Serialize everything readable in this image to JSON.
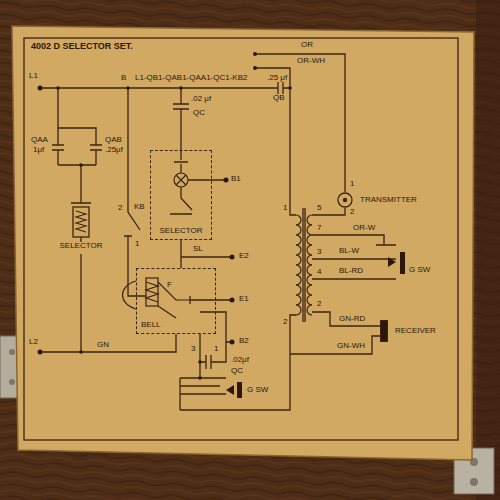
{
  "diagram": {
    "title": "4002 D SELECTOR SET.",
    "nodes": [
      {
        "text": [
          "SELECTOR"
        ]
      },
      {
        "text": [
          "BELL"
        ]
      },
      {
        "text": [
          "TRANSMITTER"
        ]
      },
      {
        "text": [
          "RECEIVER"
        ]
      },
      {
        "text": [
          "SELECTOR"
        ]
      }
    ],
    "edges": [
      {
        "from": 0,
        "to": 1,
        "arrow": "none"
      }
    ],
    "labels": [
      "L1",
      "B",
      "L1-QB1-QAB1-QAA1-QC1-KB2",
      "OR",
      "OR-WH",
      ".25 μf",
      "QB",
      ".02 μf",
      "QC",
      "QAA",
      "1μf",
      "QAB",
      ".25μf",
      "2",
      "KB",
      "1",
      "B1",
      "SL",
      "E2",
      "F",
      "E1",
      "B2",
      "L2",
      "GN",
      "3",
      "1",
      ".02μf",
      "QC",
      "G SW",
      "1",
      "2",
      "1",
      "5",
      "7",
      "OR-W",
      "3",
      "BL-W",
      "4",
      "BL-RD",
      "G SW",
      "2",
      "2",
      "GN-RD",
      "GN-WH"
    ]
  }
}
